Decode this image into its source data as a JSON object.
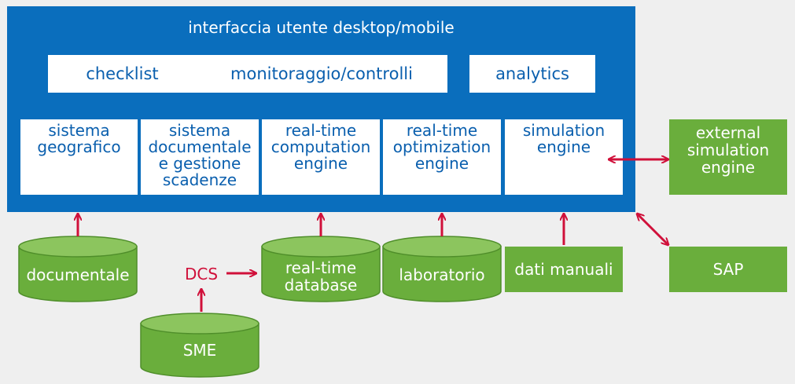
{
  "panel": {
    "title": "interfaccia utente desktop/mobile"
  },
  "top_boxes": {
    "checklist": "checklist",
    "monitoring": "monitoraggio/controlli",
    "analytics": "analytics"
  },
  "modules": {
    "geo": [
      "sistema",
      "geografico"
    ],
    "doc": [
      "sistema",
      "documentale",
      "e gestione",
      "scadenze"
    ],
    "rtc": [
      "real-time",
      "computation",
      "engine"
    ],
    "rto": [
      "real-time",
      "optimization",
      "engine"
    ],
    "sim": [
      "simulation",
      "engine"
    ]
  },
  "external": {
    "sim": [
      "external",
      "simulation",
      "engine"
    ],
    "sap": "SAP",
    "manual": "dati manuali"
  },
  "databases": {
    "documentale": "documentale",
    "realtime": [
      "real-time",
      "database"
    ],
    "laboratorio": "laboratorio",
    "sme": "SME"
  },
  "dcs_label": "DCS",
  "colors": {
    "panel_blue": "#0a6ebd",
    "module_text": "#0a5fae",
    "green": "#6aae3c",
    "green_dark": "#4f8e2a",
    "green_light": "#8cc55e",
    "arrow_red": "#d0103a",
    "background": "#efefef"
  }
}
